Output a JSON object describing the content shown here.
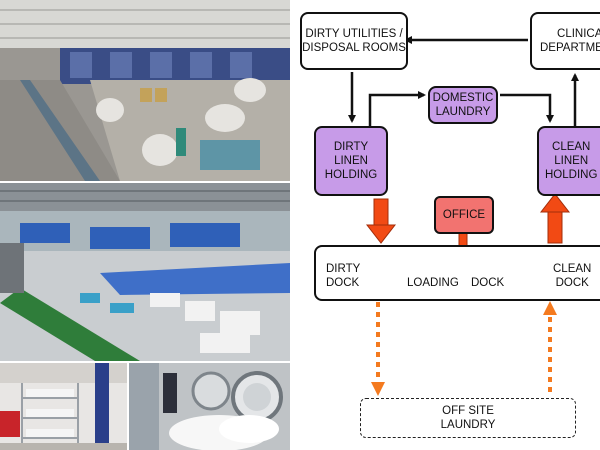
{
  "diagram": {
    "boxes": {
      "dirty_utilities": "DIRTY UTILITIES /\nDISPOSAL ROOMS",
      "clinical_departments": "CLINICAL\nDEPARTMENTS",
      "domestic_laundry": "DOMESTIC\nLAUNDRY",
      "dirty_linen_holding": "DIRTY\nLINEN\nHOLDING",
      "clean_linen_holding": "CLEAN\nLINEN\nHOLDING",
      "office": "OFFICE",
      "off_site_laundry": "OFF SITE\nLAUNDRY"
    },
    "dock": {
      "dirty_dock": "DIRTY\nDOCK",
      "loading": "LOADING",
      "dock": "DOCK",
      "clean_dock": "CLEAN\nDOCK"
    },
    "colors": {
      "purple_fill": "#c79be8",
      "office_fill": "#f27370",
      "accent_arrow": "#f24a14",
      "dashed_arrow": "#f47a1f"
    }
  },
  "photos": {
    "top": "laundry-hall-photo",
    "middle": "linen-processing-line-photo",
    "bottom_left": "linen-trolley-photo",
    "bottom_right": "washing-machine-photo"
  }
}
